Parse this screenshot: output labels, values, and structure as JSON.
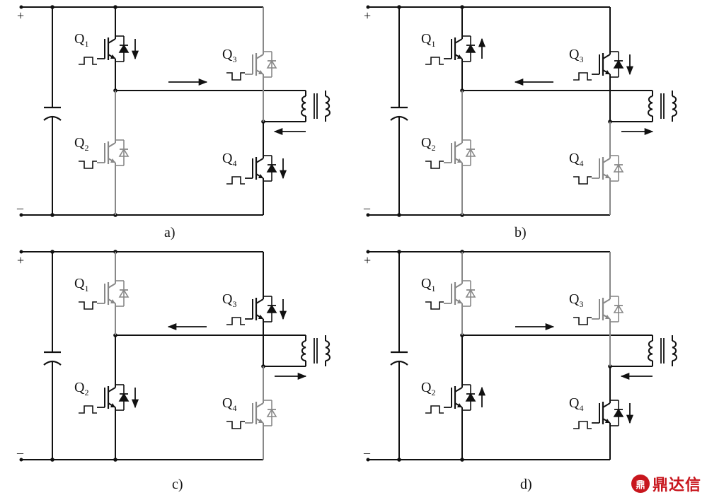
{
  "panels": [
    {
      "caption": "a)",
      "pos_label": "+",
      "neg_label": "–",
      "current_dir": "right",
      "switches": [
        {
          "name": "Q1",
          "base": "Q",
          "sub": "1",
          "state": "on",
          "arrow": "down",
          "pulse": "on"
        },
        {
          "name": "Q2",
          "base": "Q",
          "sub": "2",
          "state": "off",
          "arrow": "",
          "pulse": "off"
        },
        {
          "name": "Q3",
          "base": "Q",
          "sub": "3",
          "state": "off",
          "arrow": "",
          "pulse": "off"
        },
        {
          "name": "Q4",
          "base": "Q",
          "sub": "4",
          "state": "on",
          "arrow": "down",
          "pulse": "on"
        }
      ],
      "mid_arrow": "left"
    },
    {
      "caption": "b)",
      "pos_label": "+",
      "neg_label": "–",
      "current_dir": "left",
      "switches": [
        {
          "name": "Q1",
          "base": "Q",
          "sub": "1",
          "state": "on",
          "arrow": "up",
          "pulse": "on"
        },
        {
          "name": "Q2",
          "base": "Q",
          "sub": "2",
          "state": "off",
          "arrow": "",
          "pulse": "off"
        },
        {
          "name": "Q3",
          "base": "Q",
          "sub": "3",
          "state": "on",
          "arrow": "down",
          "pulse": "on"
        },
        {
          "name": "Q4",
          "base": "Q",
          "sub": "4",
          "state": "off",
          "arrow": "",
          "pulse": "off"
        }
      ],
      "mid_arrow": "right"
    },
    {
      "caption": "c)",
      "pos_label": "+",
      "neg_label": "–",
      "current_dir": "left",
      "switches": [
        {
          "name": "Q1",
          "base": "Q",
          "sub": "1",
          "state": "off",
          "arrow": "",
          "pulse": "off"
        },
        {
          "name": "Q2",
          "base": "Q",
          "sub": "2",
          "state": "on",
          "arrow": "down",
          "pulse": "on"
        },
        {
          "name": "Q3",
          "base": "Q",
          "sub": "3",
          "state": "on",
          "arrow": "down",
          "pulse": "on"
        },
        {
          "name": "Q4",
          "base": "Q",
          "sub": "4",
          "state": "off",
          "arrow": "",
          "pulse": "off"
        }
      ],
      "mid_arrow": "right"
    },
    {
      "caption": "d)",
      "pos_label": "+",
      "neg_label": "–",
      "current_dir": "right",
      "switches": [
        {
          "name": "Q1",
          "base": "Q",
          "sub": "1",
          "state": "off",
          "arrow": "",
          "pulse": "off"
        },
        {
          "name": "Q2",
          "base": "Q",
          "sub": "2",
          "state": "on",
          "arrow": "up",
          "pulse": "on"
        },
        {
          "name": "Q3",
          "base": "Q",
          "sub": "3",
          "state": "off",
          "arrow": "",
          "pulse": "off"
        },
        {
          "name": "Q4",
          "base": "Q",
          "sub": "4",
          "state": "on",
          "arrow": "down",
          "pulse": "on"
        }
      ],
      "mid_arrow": "left"
    }
  ],
  "colors": {
    "on": "#111111",
    "off": "#888888",
    "wire": "#111111"
  },
  "watermark": {
    "text": "鼎达信",
    "mark": "鼎"
  }
}
